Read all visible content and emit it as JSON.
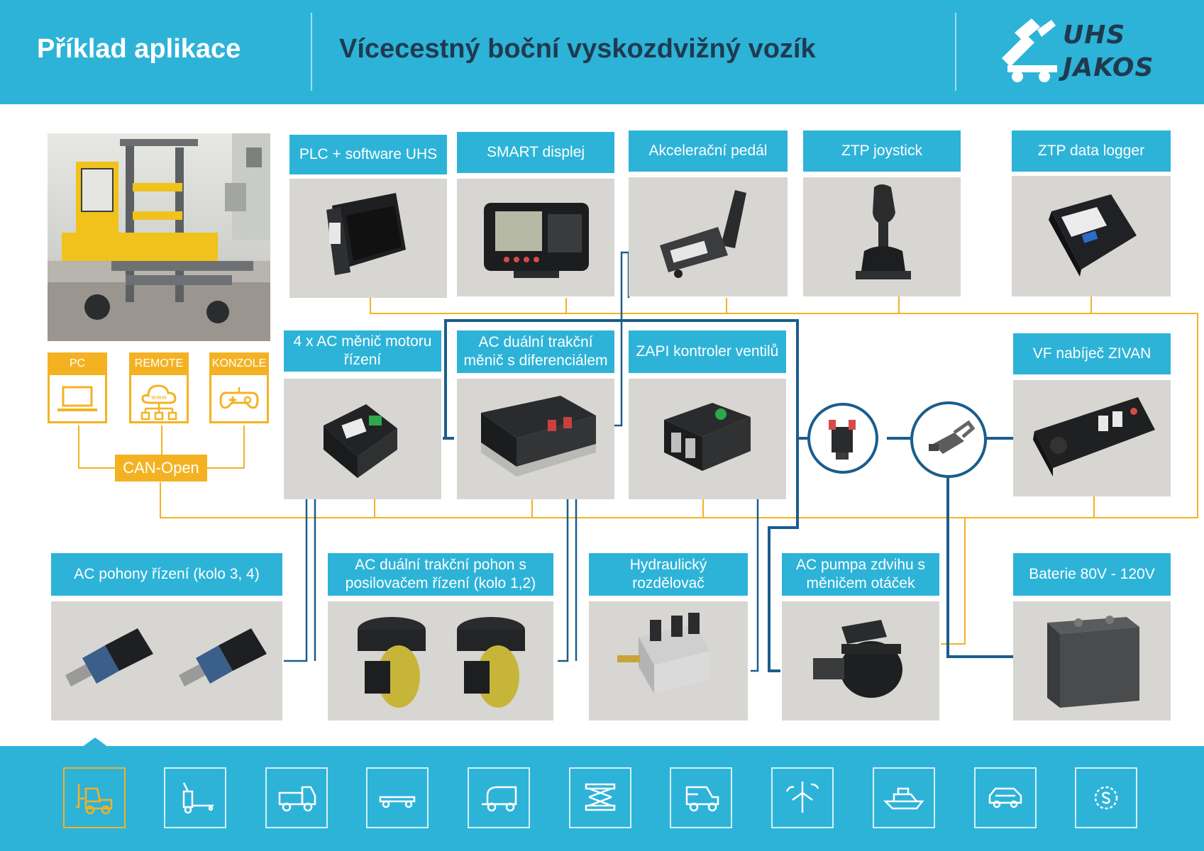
{
  "header": {
    "title": "Příklad aplikace",
    "subtitle": "Vícecestný boční vyskozdvižný vozík",
    "logo_line1": "UHS",
    "logo_line2": "JAKOS"
  },
  "colors": {
    "brand_blue": "#2db3d8",
    "accent_orange": "#f4b223",
    "wire_navy": "#1b5d8c",
    "card_gray": "#d8d6d3"
  },
  "components": {
    "plc": "PLC + software UHS",
    "smart_display": "SMART displej",
    "pedal": "Akcelerační pedál",
    "joystick": "ZTP joystick",
    "data_logger": "ZTP data logger",
    "steer_inverter": "4 x AC měnič motoru řízení",
    "dual_inverter": "AC duální trakční měnič s diferenciálem",
    "zapi": "ZAPI kontroler ventilů",
    "charger": "VF nabíječ ZIVAN",
    "steer_drives": "AC pohony řízení (kolo 3, 4)",
    "dual_drive": "AC duální trakční pohon s posilovačem řízení (kolo 1,2)",
    "hydraulic": "Hydraulický rozdělovač",
    "pump": "AC pumpa zdvihu s měničem otáček",
    "battery": "Baterie 80V - 120V"
  },
  "interfaces": {
    "pc": "PC",
    "remote": "REMOTE",
    "console": "KONZOLE",
    "bus": "CAN-Open",
    "www": "www"
  },
  "footer_icons": [
    "forklift-icon",
    "pallet-truck-icon",
    "truck-icon",
    "trailer-icon",
    "sweeper-icon",
    "scissor-lift-icon",
    "utility-vehicle-icon",
    "wind-turbine-icon",
    "boat-icon",
    "car-icon",
    "special-icon"
  ],
  "footer_active_index": 0
}
